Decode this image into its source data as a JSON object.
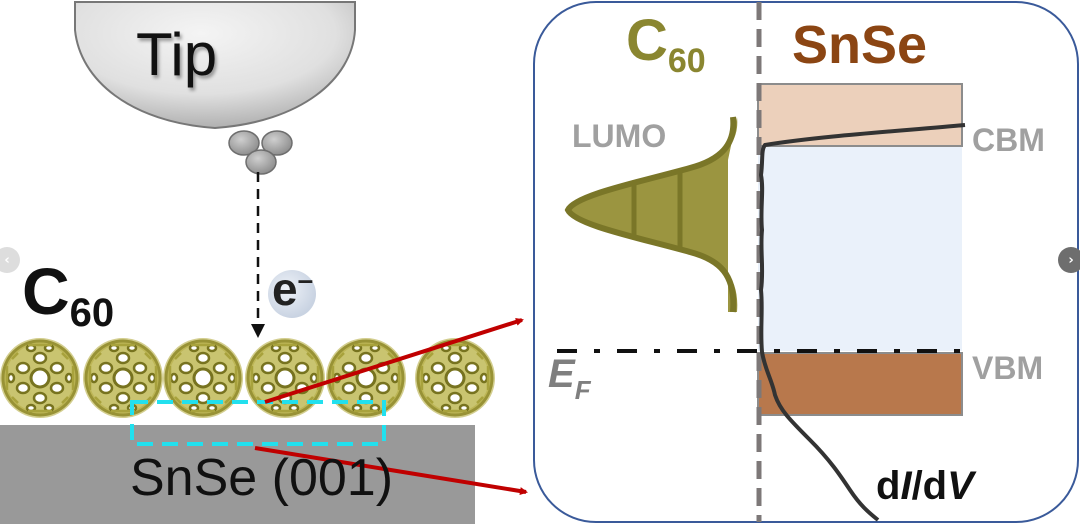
{
  "left_panel": {
    "tip_label": "Tip",
    "molecule_label": "C",
    "molecule_subscript": "60",
    "electron_label": "e",
    "electron_superscript": "–",
    "substrate_label": "SnSe (001)",
    "molecule_count": 6
  },
  "right_panel": {
    "c60_title": "C",
    "c60_subscript": "60",
    "snse_title": "SnSe",
    "lumo_label": "LUMO",
    "cbm_label": "CBM",
    "vbm_label": "VBM",
    "fermi_label": "E",
    "fermi_subscript": "F",
    "didv_label": "dI/dV"
  },
  "colors": {
    "c60_olive": "#8a8630",
    "c60_fill": "#9b9540",
    "snse_brown": "#8b4513",
    "cbm_band": "#ecd0bb",
    "gap_band": "#eaf1fa",
    "vbm_band": "#b8784c",
    "panel_border": "#3a5a9a",
    "arrow_red": "#c00000",
    "highlight_cyan": "#22e0ee",
    "substrate_gray": "#999999",
    "label_gray": "#a0a0a0"
  },
  "navigation": {
    "prev_icon": "chevron-left-icon",
    "next_icon": "chevron-right-icon"
  }
}
